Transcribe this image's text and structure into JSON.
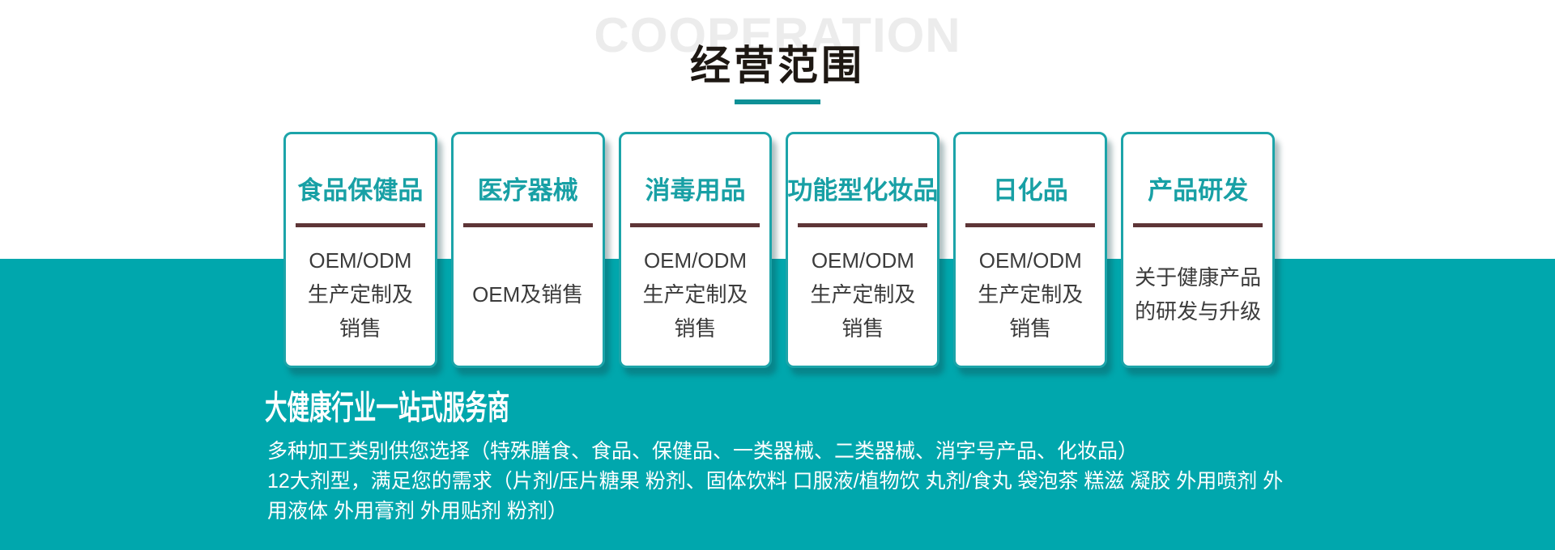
{
  "section": {
    "watermark": "COOPERATION",
    "title": "经营范围"
  },
  "cards": [
    {
      "title": "食品保健品",
      "body": "OEM/ODM\n生产定制及\n销售"
    },
    {
      "title": "医疗器械",
      "body": "OEM及销售"
    },
    {
      "title": "消毒用品",
      "body": "OEM/ODM\n生产定制及\n销售"
    },
    {
      "title": "功能型化妆品",
      "body": "OEM/ODM\n生产定制及\n销售"
    },
    {
      "title": "日化品",
      "body": "OEM/ODM\n生产定制及\n销售"
    },
    {
      "title": "产品研发",
      "body": "关于健康产品\n的研发与升级"
    }
  ],
  "banner": {
    "heading": "大健康行业一站式服务商",
    "lines": [
      "多种加工类别供您选择（特殊膳食、食品、保健品、一类器械、二类器械、消字号产品、化妆品）",
      "12大剂型，满足您的需求（片剂/压片糖果  粉剂、固体饮料  口服液/植物饮 丸剂/食丸 袋泡茶 糕滋 凝胶 外用喷剂 外",
      "用液体 外用膏剂 外用贴剂 粉剂）"
    ]
  },
  "colors": {
    "teal_band": "#00a7ad",
    "card_border": "#1ca4a9",
    "card_title": "#18a0a5",
    "card_divider": "#5e3537",
    "title_underline": "#0e9096",
    "watermark": "#ececec",
    "title_text": "#1e1813",
    "body_text": "#3b3b3b"
  }
}
